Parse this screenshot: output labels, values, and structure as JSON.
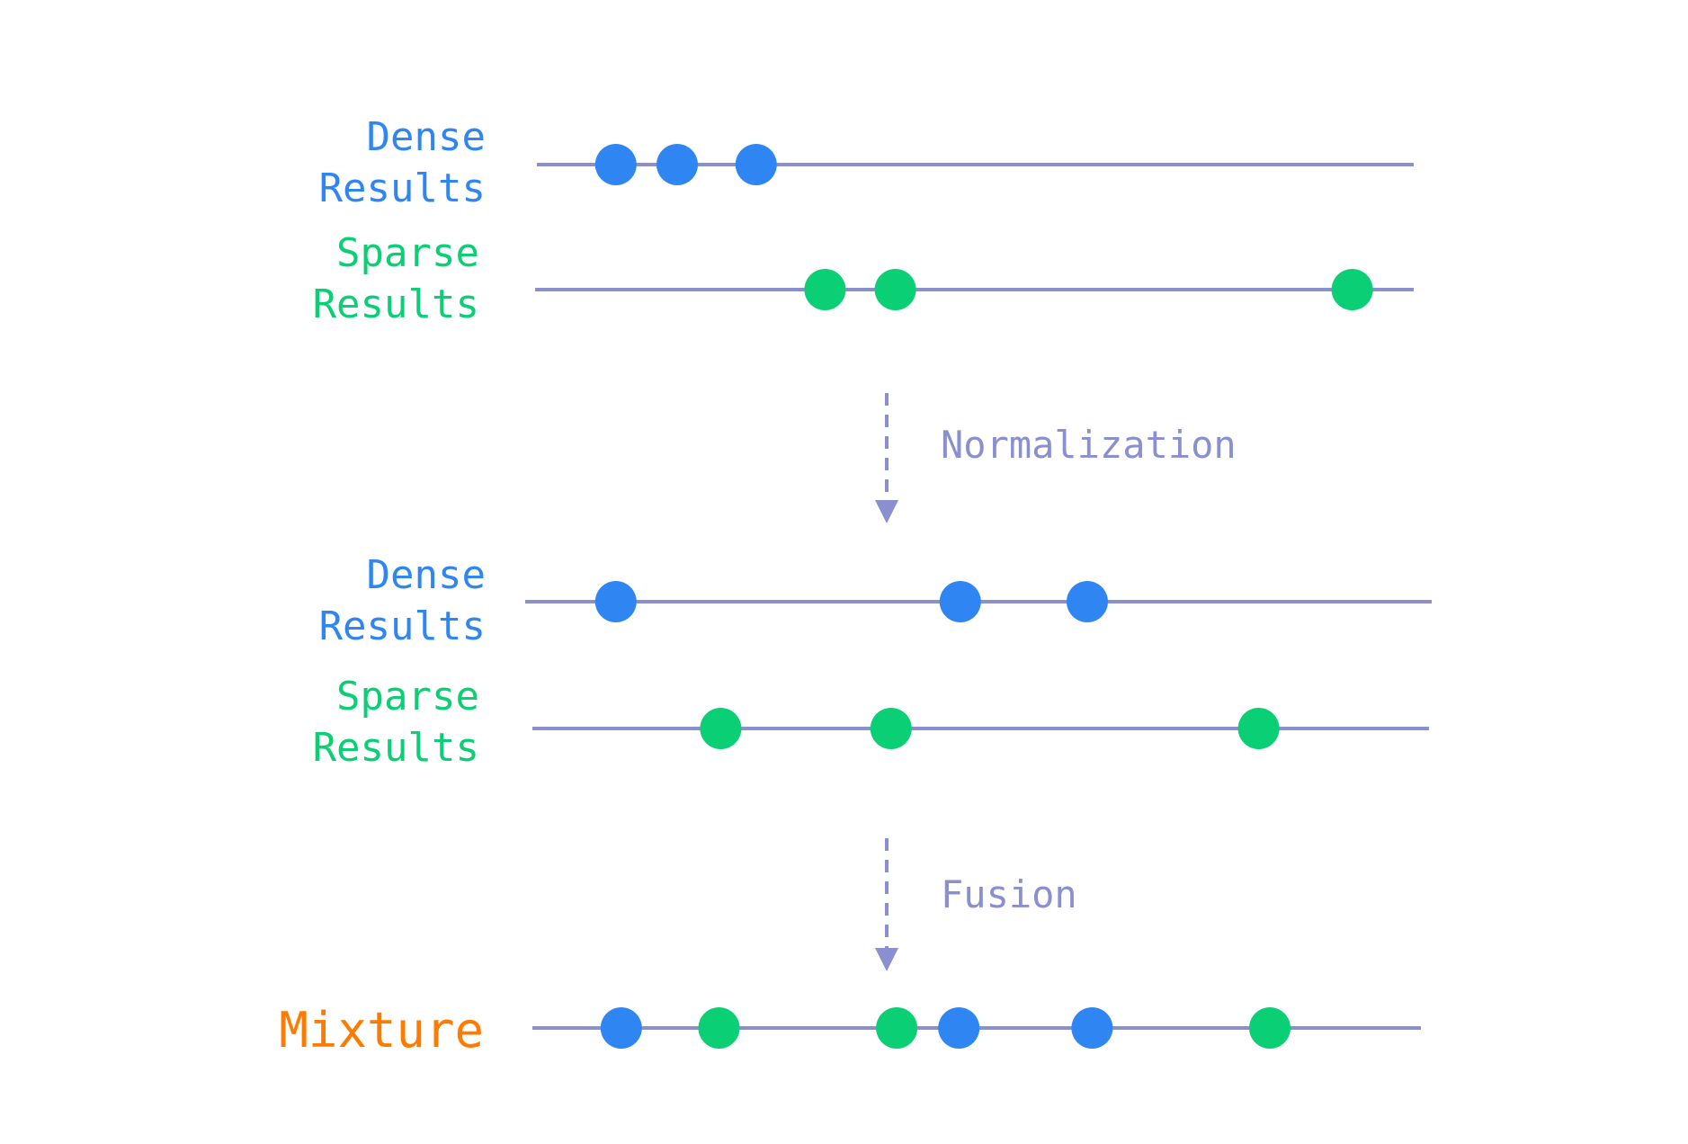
{
  "colors": {
    "dense": "#2F86F3",
    "sparse": "#0ACF74",
    "mixture": "#FF7A00",
    "axis": "#8A8FD0",
    "arrow": "#8A8FD0"
  },
  "stage1": {
    "dense_label": [
      "Dense",
      "Results"
    ],
    "sparse_label": [
      "Sparse",
      "Results"
    ],
    "dense_points": [
      0.09,
      0.16,
      0.25
    ],
    "sparse_points": [
      0.33,
      0.41,
      0.93
    ]
  },
  "step1": {
    "label": "Normalization"
  },
  "stage2": {
    "dense_label": [
      "Dense",
      "Results"
    ],
    "sparse_label": [
      "Sparse",
      "Results"
    ],
    "dense_points": [
      0.1,
      0.48,
      0.62
    ],
    "sparse_points": [
      0.21,
      0.4,
      0.81
    ]
  },
  "step2": {
    "label": "Fusion"
  },
  "stage3": {
    "label": "Mixture",
    "points": [
      {
        "pos": 0.1,
        "kind": "dense"
      },
      {
        "pos": 0.21,
        "kind": "sparse"
      },
      {
        "pos": 0.41,
        "kind": "sparse"
      },
      {
        "pos": 0.48,
        "kind": "dense"
      },
      {
        "pos": 0.63,
        "kind": "dense"
      },
      {
        "pos": 0.83,
        "kind": "sparse"
      }
    ]
  }
}
